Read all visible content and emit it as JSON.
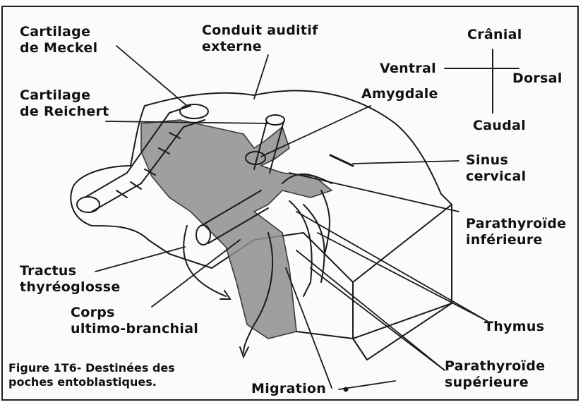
{
  "labels": {
    "cartilage_meckel_l1": "Cartilage",
    "cartilage_meckel_l2": "de Meckel",
    "conduit_l1": "Conduit auditif",
    "conduit_l2": "externe",
    "cartilage_reichert_l1": "Cartilage",
    "cartilage_reichert_l2": "de Reichert",
    "amygdale": "Amygdale",
    "sinus_l1": "Sinus",
    "sinus_l2": "cervical",
    "parathyroide_inf_l1": "Parathyroïde",
    "parathyroide_inf_l2": "inférieure",
    "tractus_l1": "Tractus",
    "tractus_l2": "thyréoglosse",
    "corps_l1": "Corps",
    "corps_l2": "ultimo-branchial",
    "thymus": "Thymus",
    "parathyroide_sup_l1": "Parathyroïde",
    "parathyroide_sup_l2": "supérieure",
    "migration": "Migration"
  },
  "orientation": {
    "cranial": "Crânial",
    "ventral": "Ventral",
    "dorsal": "Dorsal",
    "caudal": "Caudal"
  },
  "caption": {
    "line1": "Figure 1T6- Destinées des",
    "line2": "poches entoblastiques."
  },
  "colors": {
    "ink": "#1a1a1a",
    "shade": "#8f8f8f",
    "paper": "#fbfbf9"
  }
}
